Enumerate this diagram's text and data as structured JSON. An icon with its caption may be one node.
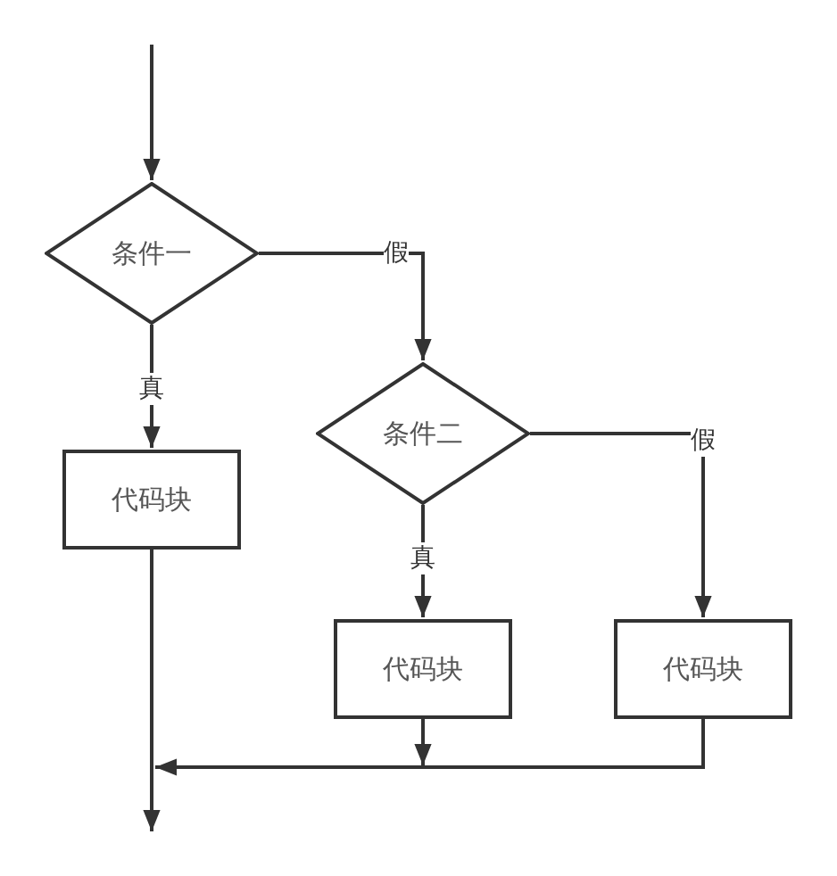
{
  "diagram": {
    "nodes": [
      {
        "text": [
          "条件一"
        ]
      },
      {
        "text": [
          "代码块"
        ]
      },
      {
        "text": [
          "条件二"
        ]
      },
      {
        "text": [
          "代码块"
        ]
      },
      {
        "text": [
          "代码块"
        ]
      }
    ],
    "edges": [
      {
        "from": null,
        "to": 0,
        "arrow": "to"
      },
      {
        "from": 0,
        "to": 1,
        "arrow": "to",
        "label": "真"
      },
      {
        "from": 0,
        "to": 2,
        "arrow": "to",
        "label": "假"
      },
      {
        "from": 2,
        "to": 3,
        "arrow": "to",
        "label": "真"
      },
      {
        "from": 2,
        "to": 4,
        "arrow": "to",
        "label": "假"
      },
      {
        "from": 1,
        "to": null,
        "arrow": "to"
      },
      {
        "from": 3,
        "to": null,
        "arrow": "to"
      },
      {
        "from": 4,
        "to": null,
        "arrow": "to"
      }
    ]
  }
}
